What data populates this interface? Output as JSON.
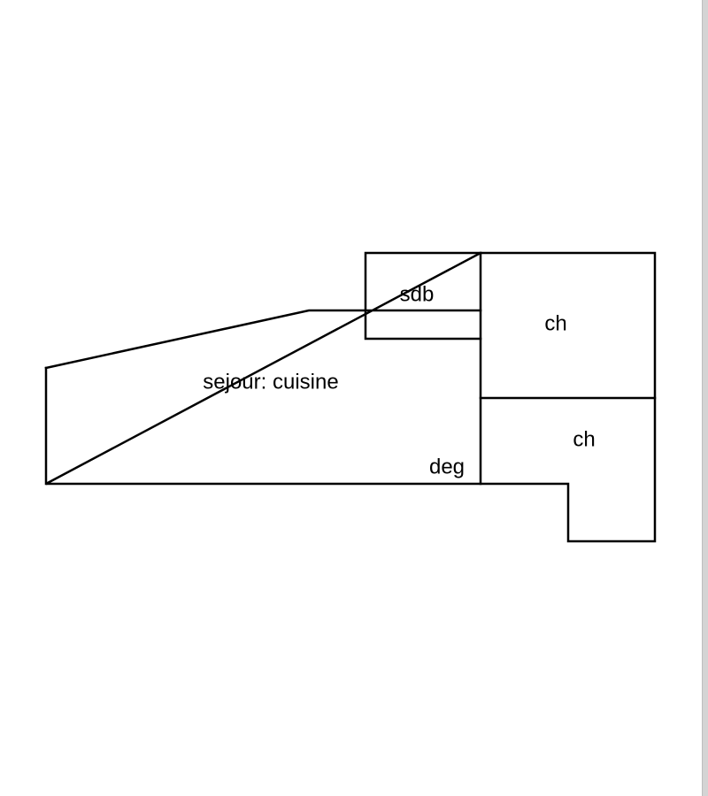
{
  "rooms": {
    "living_kitchen": "sejour: cuisine",
    "bathroom": "sdb",
    "bedroom_1": "ch",
    "bedroom_2": "ch",
    "hallway": "deg"
  },
  "colors": {
    "background": "#ffffff",
    "walls": "#000000",
    "text": "#000000"
  }
}
